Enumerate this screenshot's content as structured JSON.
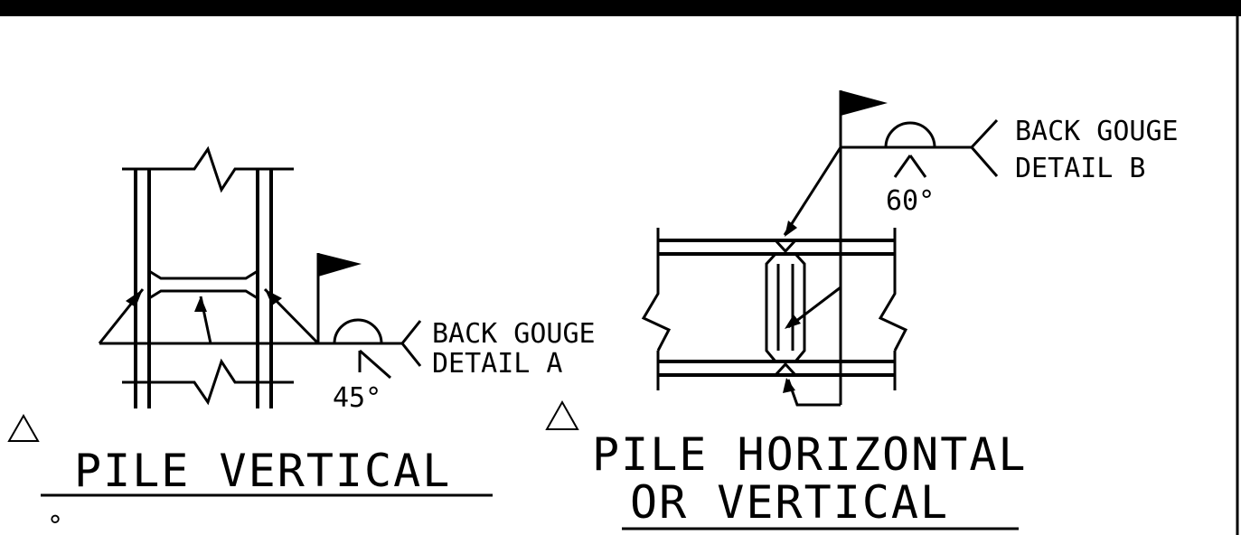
{
  "details": {
    "a": {
      "note_line1": "BACK GOUGE",
      "note_line2": "DETAIL A",
      "angle": "45°",
      "title": "PILE VERTICAL"
    },
    "b": {
      "note_line1": "BACK GOUGE",
      "note_line2": "DETAIL B",
      "angle": "60°",
      "title_line1": "PILE HORIZONTAL",
      "title_line2": "OR VERTICAL"
    }
  },
  "corner_mark": "°",
  "colors": {
    "ink": "#000000",
    "paper": "#ffffff"
  }
}
